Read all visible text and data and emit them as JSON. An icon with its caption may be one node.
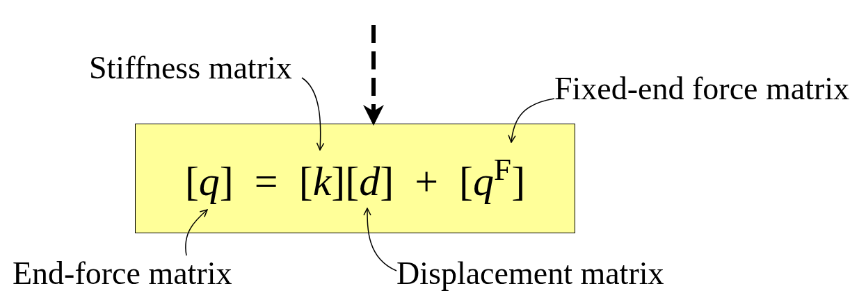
{
  "diagram": {
    "nodes": [
      {
        "text": [
          "[*q*] = [*k*][*d*] + [*q*$^{F}$]"
        ]
      },
      {
        "text": [
          "Stiffness matrix"
        ]
      },
      {
        "text": [
          "Fixed-end force matrix"
        ]
      },
      {
        "text": [
          "End-force matrix"
        ]
      },
      {
        "text": [
          "Displacement matrix"
        ]
      }
    ],
    "edges": [
      {
        "from": null,
        "to": 0,
        "arrow": "to",
        "style": "dashed"
      },
      {
        "from": 1,
        "to": 0,
        "arrow": "to"
      },
      {
        "from": 2,
        "to": 0,
        "arrow": "to"
      },
      {
        "from": 3,
        "to": 0,
        "arrow": "to"
      },
      {
        "from": 4,
        "to": 0,
        "arrow": "to"
      }
    ]
  }
}
